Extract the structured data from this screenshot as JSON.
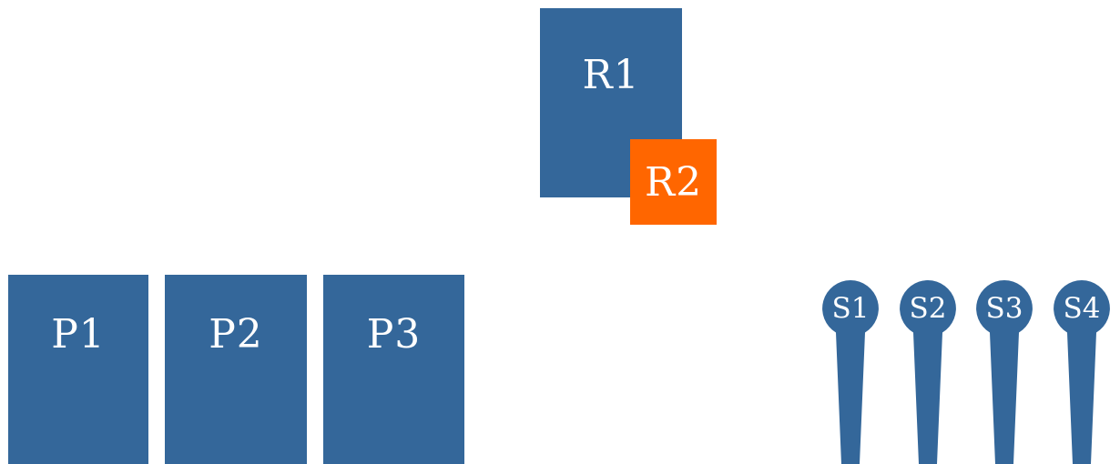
{
  "colors": {
    "primary": "#34679a",
    "accent": "#ff6600",
    "background": "#ffffff"
  },
  "top": {
    "r1": "R1",
    "r2": "R2"
  },
  "panels": [
    "P1",
    "P2",
    "P3"
  ],
  "pins": [
    "S1",
    "S2",
    "S3",
    "S4"
  ]
}
